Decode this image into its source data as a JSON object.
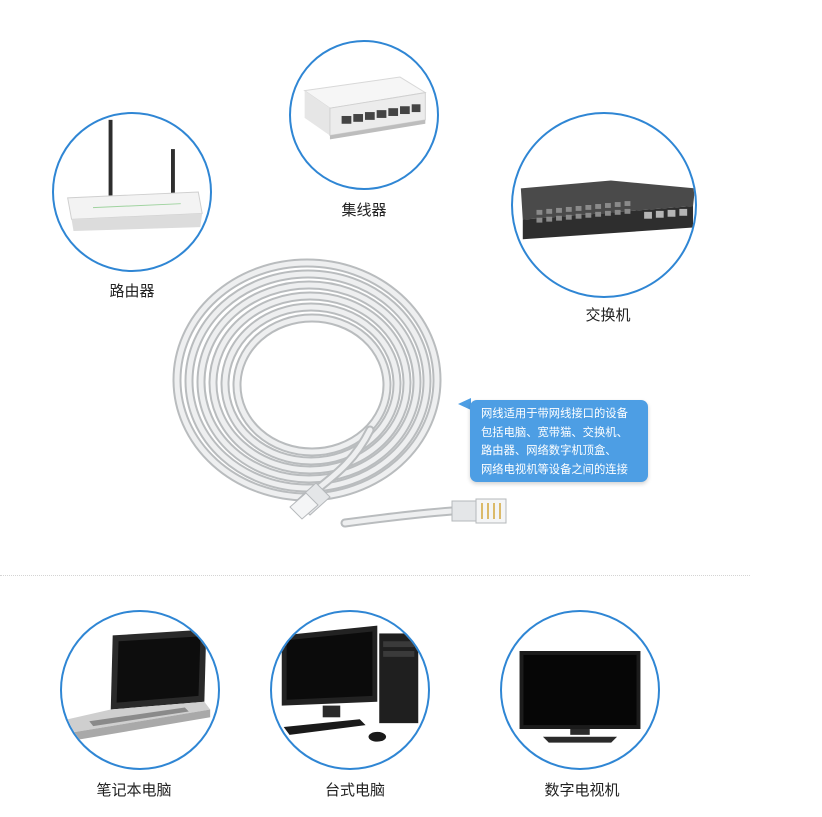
{
  "devices": {
    "hub": {
      "label": "集线器"
    },
    "router": {
      "label": "路由器"
    },
    "switch": {
      "label": "交换机"
    },
    "laptop": {
      "label": "笔记本电脑"
    },
    "desktop": {
      "label": "台式电脑"
    },
    "tv": {
      "label": "数字电视机"
    }
  },
  "callout": {
    "lines": [
      "网线适用于带网线接口的设备",
      "包括电脑、宽带猫、交换机、",
      "路由器、网络数字机顶盒、",
      "网络电视机等设备之间的连接"
    ]
  },
  "colors": {
    "circle_border": "#2f86d4",
    "callout_bg": "#4d9ee4",
    "cable": "#cfd2d4"
  },
  "icons": [
    "hub-image",
    "router-image",
    "switch-image",
    "cable-image",
    "laptop-image",
    "desktop-image",
    "tv-image"
  ]
}
